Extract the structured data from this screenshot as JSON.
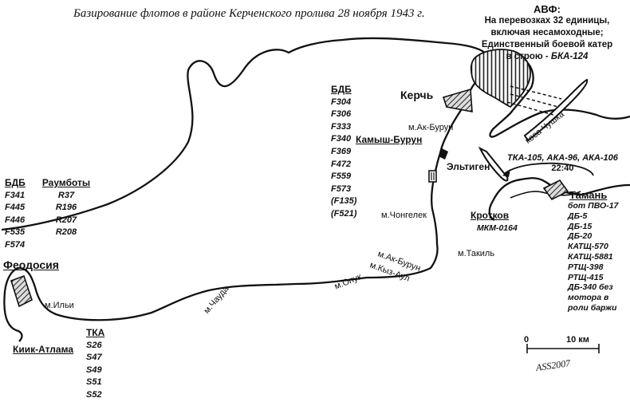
{
  "title": "Базирование флотов в районе Керченского пролива 28 ноября 1943 г.",
  "avf": {
    "header": "АВФ:",
    "lines": [
      "На перевозках 32 единицы,",
      "включая несамоходные;",
      "Единственный боевой катер",
      "в строю - "
    ],
    "highlight": "БКА-124"
  },
  "places": {
    "kerch": "Керчь",
    "kamysh_burun": "Камыш-Бурун",
    "eltigen": "Эльтиген",
    "feodosia": "Феодосия",
    "kiik_atlama": "Киик-Атлама",
    "taman": "Тамань",
    "krotkov": "Кротков"
  },
  "capes": {
    "ak_burun_north": "м.Ак-Бурун",
    "chongelek": "м.Чонгелек",
    "takil": "м.Такиль",
    "ak_burun_south": "м.Ак-Бурун",
    "kyz_aul": "м.Кыз-Аул",
    "opuk": "м.Опук",
    "chauda": "м.Чауда",
    "ilyi": "м.Ильи"
  },
  "kosa_chushka": "коса Чушка",
  "bdb_center": {
    "header": "БДБ",
    "items": [
      "F304",
      "F306",
      "F333",
      "F340",
      "F369",
      "F472",
      "F559",
      "F573",
      "(F135)",
      "(F521)"
    ]
  },
  "bdb_west": {
    "header": "БДБ",
    "items": [
      "F341",
      "F445",
      "F446",
      "F535",
      "F574"
    ]
  },
  "raumboty": {
    "header": "Раумботы",
    "items": [
      "R37",
      "R196",
      "R207",
      "R208"
    ]
  },
  "tka_west": {
    "header": "ТКА",
    "items": [
      "S26",
      "S47",
      "S49",
      "S51",
      "S52"
    ]
  },
  "tka_group": {
    "line1": "ТКА-105, АКА-96, АКА-106",
    "line2": "22:40"
  },
  "krotkov_unit": "МКМ-0164",
  "taman_units": [
    "бот ПВО-17",
    "ДБ-5",
    "ДБ-15",
    "ДБ-20",
    "КАТЩ-570",
    "КАТЩ-5881",
    "РТЩ-398",
    "РТЩ-415",
    "ДБ-340 без",
    "мотора в",
    "роли баржи"
  ],
  "scale": {
    "zero": "0",
    "label": "10 км"
  },
  "signature": "ASS2007"
}
